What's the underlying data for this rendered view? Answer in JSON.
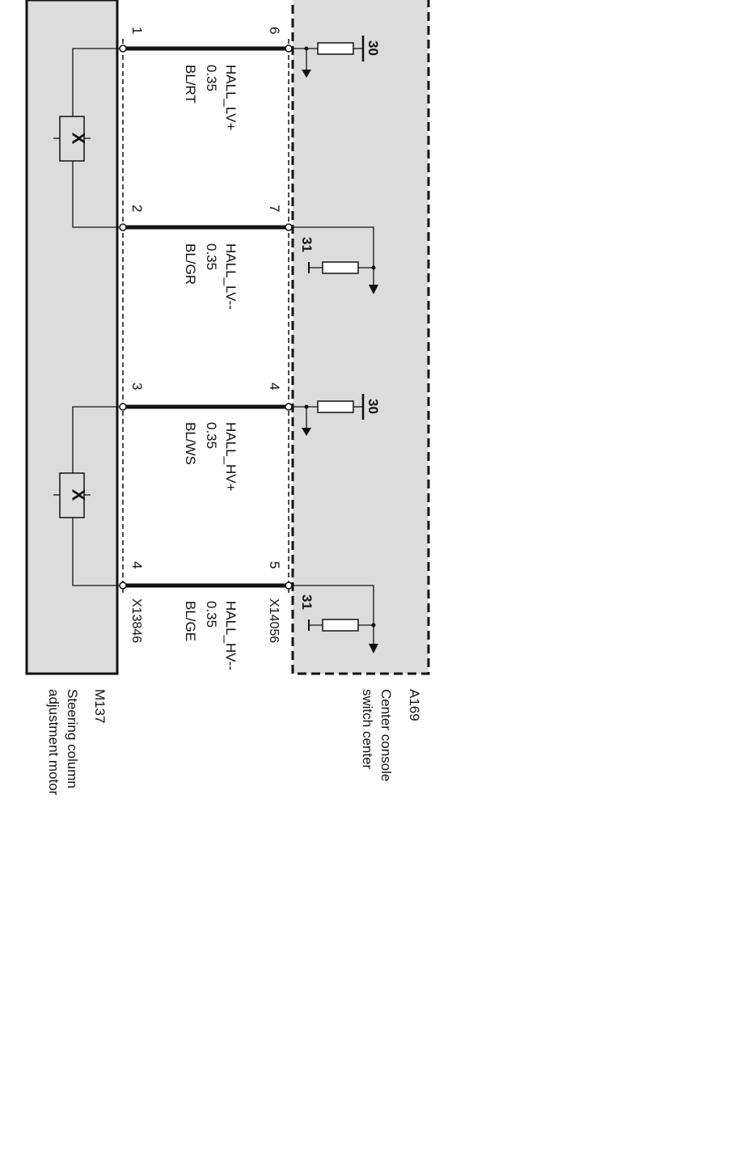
{
  "components": {
    "motor": {
      "id": "M137",
      "name_line1": "Steering column",
      "name_line2": "adjustment motor"
    },
    "switch_center": {
      "id": "A169",
      "name_line1": "Center console",
      "name_line2": "switch center"
    }
  },
  "connectors": {
    "motor_side": "X13846",
    "switch_side": "X14056"
  },
  "wires": [
    {
      "signal": "HALL_LV+",
      "cross_section": "0.35",
      "color": "BL/RT",
      "pin_motor": "1",
      "pin_switch": "6",
      "switch_terminal": "30"
    },
    {
      "signal": "HALL_LV--",
      "cross_section": "0.35",
      "color": "BL/GR",
      "pin_motor": "2",
      "pin_switch": "7",
      "switch_terminal": "31"
    },
    {
      "signal": "HALL_HV+",
      "cross_section": "0.35",
      "color": "BL/WS",
      "pin_motor": "3",
      "pin_switch": "4",
      "switch_terminal": "30"
    },
    {
      "signal": "HALL_HV--",
      "cross_section": "0.35",
      "color": "BL/GE",
      "pin_motor": "4",
      "pin_switch": "5",
      "switch_terminal": "31"
    }
  ],
  "hall_sensor_symbol": "X",
  "colors": {
    "component_fill": "#dcdcdc",
    "line": "#111111",
    "background": "#ffffff"
  }
}
